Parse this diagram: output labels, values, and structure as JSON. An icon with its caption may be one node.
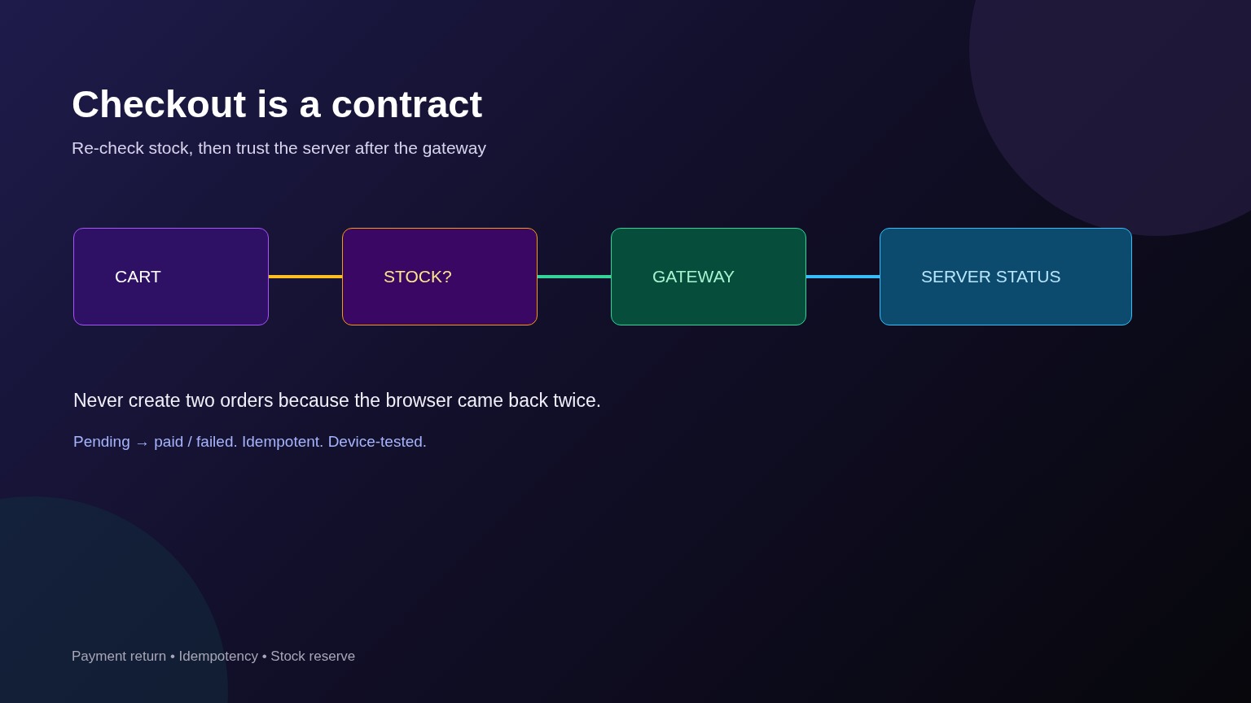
{
  "diagram": {
    "title": "Checkout is a contract",
    "nodes": [
      {
        "text": [
          "CART"
        ]
      },
      {
        "text": [
          "STOCK?"
        ]
      },
      {
        "text": [
          "GATEWAY"
        ]
      },
      {
        "text": [
          "SERVER STATUS"
        ]
      }
    ],
    "edges": [
      {
        "from": 0,
        "to": 1,
        "arrow": "none",
        "color": "#fbbf24"
      },
      {
        "from": 1,
        "to": 2,
        "arrow": "none",
        "color": "#34d399"
      },
      {
        "from": 2,
        "to": 3,
        "arrow": "none",
        "color": "#38bdf8"
      }
    ],
    "labels": [
      "Re-check stock, then trust the server after the gateway",
      "Never create two orders because the browser came back twice.",
      "Pending → paid / failed. Idempotent. Device-tested.",
      "Payment return • Idempotency • Stock reserve"
    ]
  }
}
